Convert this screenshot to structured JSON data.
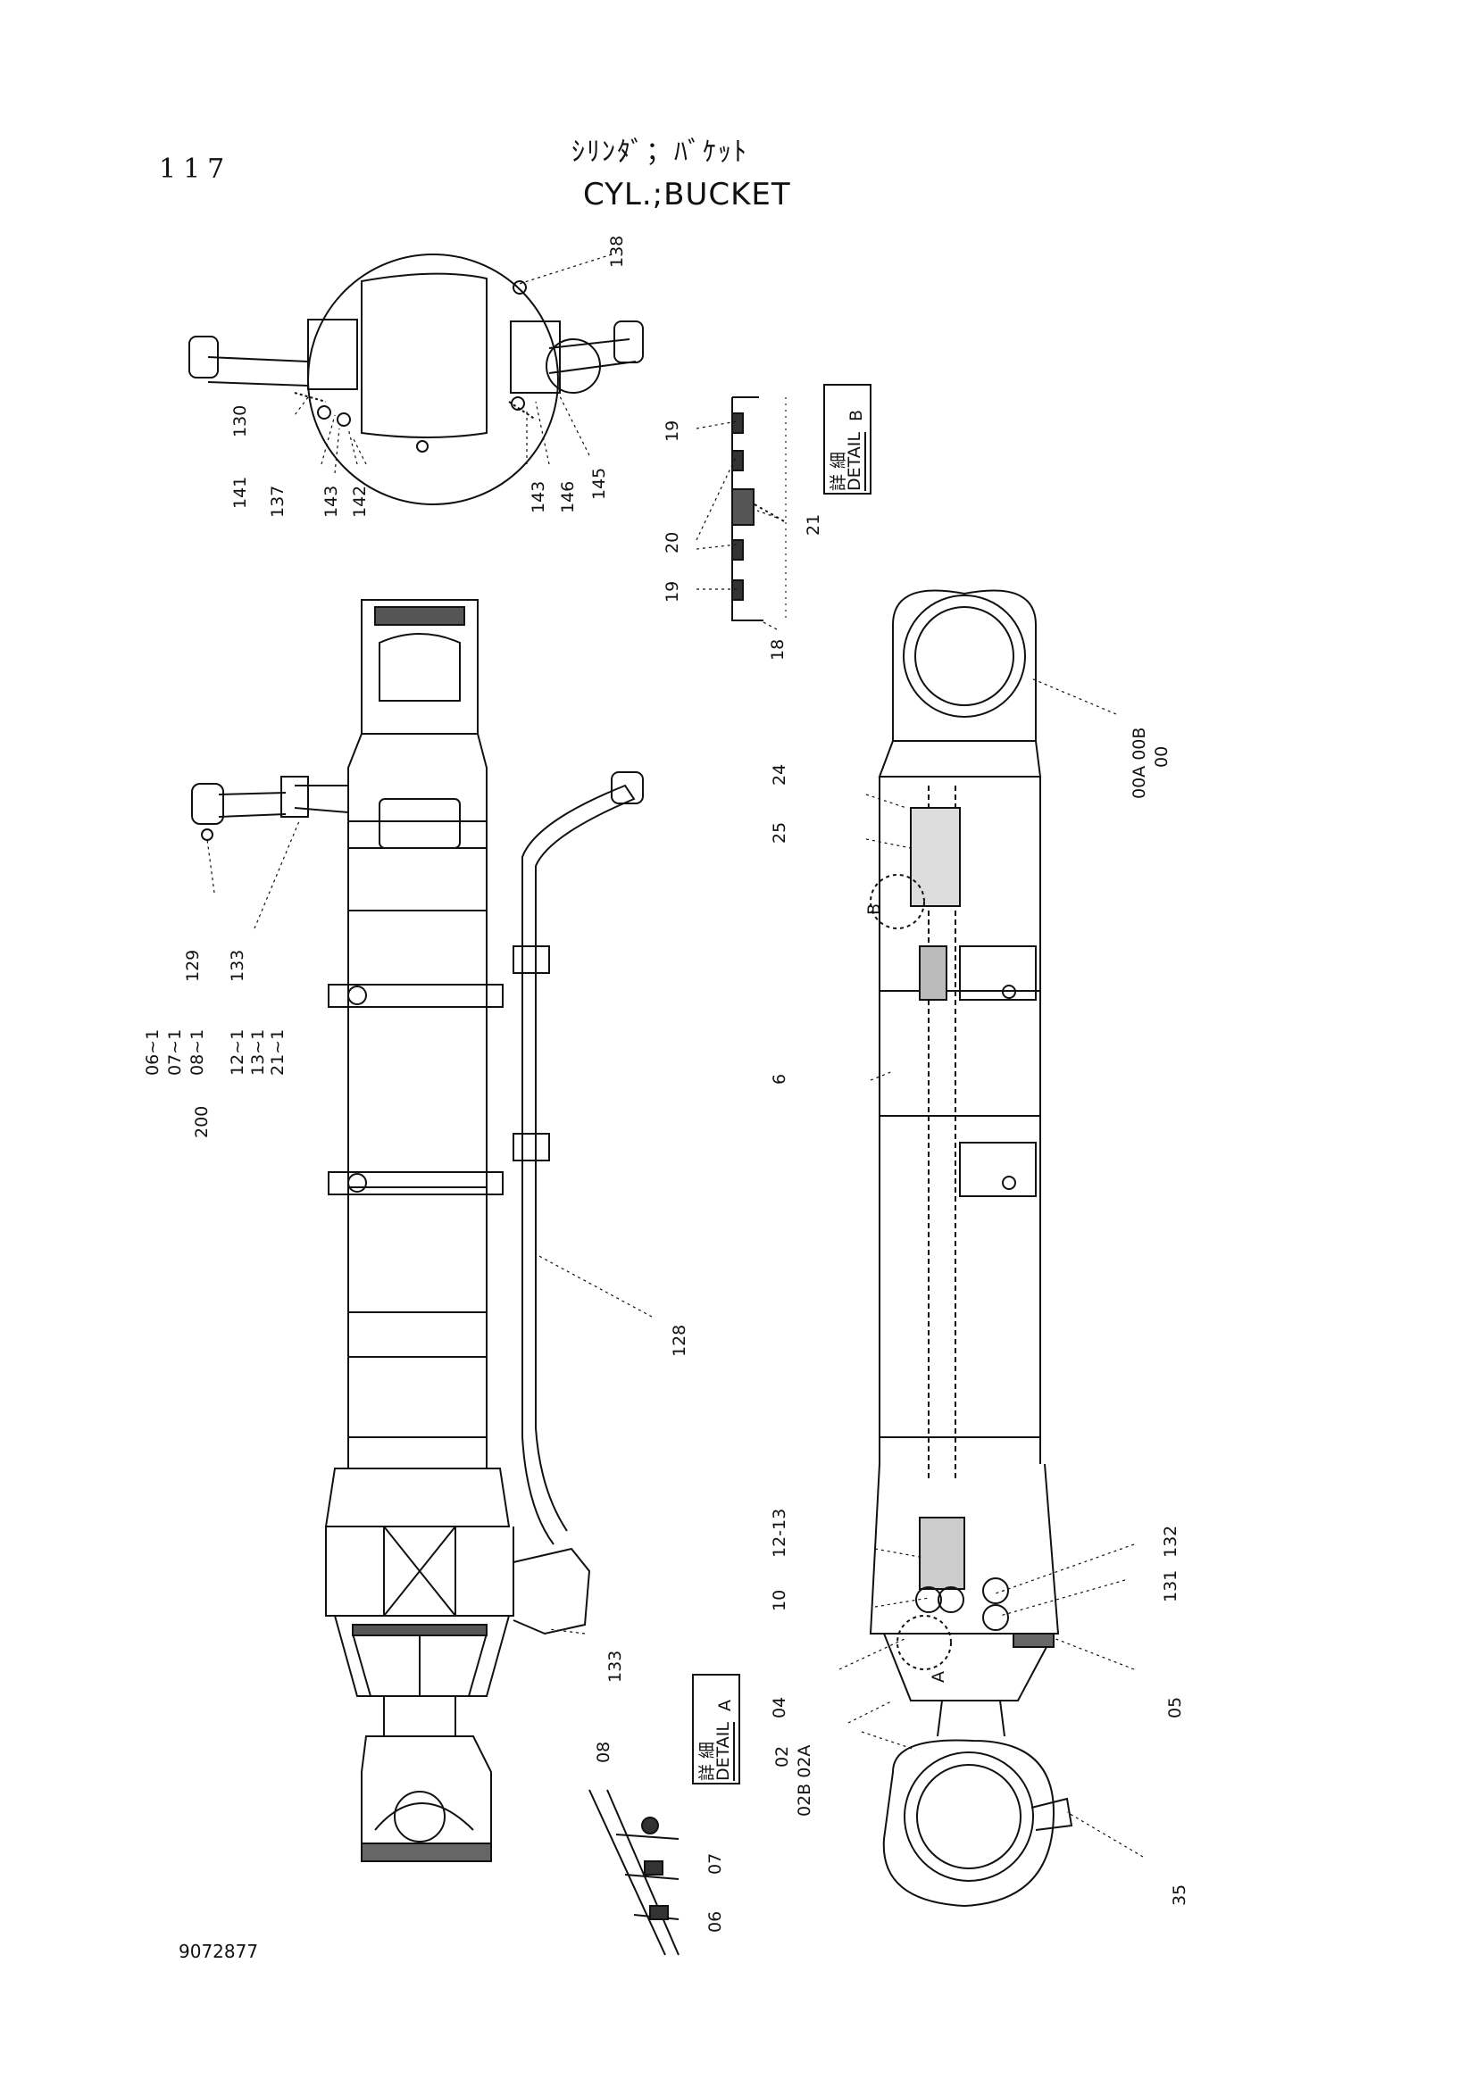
{
  "header": {
    "page_number": "117",
    "title_jp": "ｼﾘﾝﾀﾞ；ﾊﾞｹｯﾄ",
    "title_en": "CYL.;BUCKET"
  },
  "footer": {
    "document_number": "9072877"
  },
  "details": {
    "detail_b": {
      "jp": "詳 細",
      "en": "DETAIL",
      "letter": "B"
    },
    "detail_a": {
      "jp": "詳 細",
      "en": "DETAIL",
      "letter": "A"
    }
  },
  "callouts": {
    "top_view": [
      "138",
      "130",
      "141",
      "137",
      "143",
      "142",
      "143",
      "146",
      "145"
    ],
    "detail_b": [
      "19",
      "20",
      "19",
      "18",
      "21"
    ],
    "left_view": [
      "129",
      "133",
      "128",
      "133"
    ],
    "kit_group": {
      "number": "200",
      "items": [
        "06~1",
        "07~1",
        "08~1",
        "12~1",
        "13~1",
        "21~1"
      ]
    },
    "right_view": [
      "00A 00B",
      "00",
      "24",
      "25",
      "B",
      "6",
      "12-13",
      "10",
      "04",
      "A",
      "02",
      "02B 02A",
      "132",
      "131",
      "05",
      "35"
    ],
    "detail_a": [
      "08",
      "07",
      "06"
    ]
  }
}
